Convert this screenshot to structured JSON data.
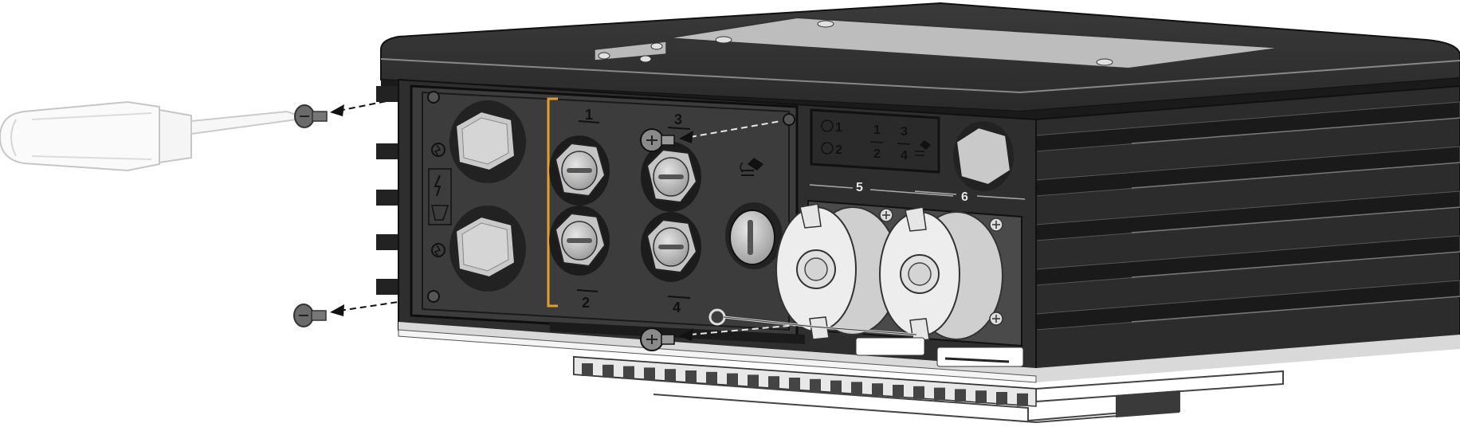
{
  "illustration": {
    "colors": {
      "body": "#2b2b2b",
      "body_light": "#5a5a5a",
      "fins": "#333333",
      "panel": "#3c3c3c",
      "gland": "#c8c8c8",
      "bracket": "#e0a030",
      "tool": "#d0d0d0"
    },
    "left_panel_labels": {
      "top": "1",
      "top_right": "3",
      "bottom": "2",
      "bottom_right": "4"
    },
    "indicator_labels": {
      "led_1": "1",
      "led_2": "2",
      "col_a_top": "1",
      "col_a_bottom": "2",
      "col_b_top": "3",
      "col_b_bottom": "4"
    },
    "connector_labels": {
      "left": "5",
      "right": "6"
    },
    "icons": [
      "screwdriver-icon",
      "screw-icon",
      "ground-icon",
      "warning-lightning-icon",
      "gps-antenna-icon"
    ]
  }
}
